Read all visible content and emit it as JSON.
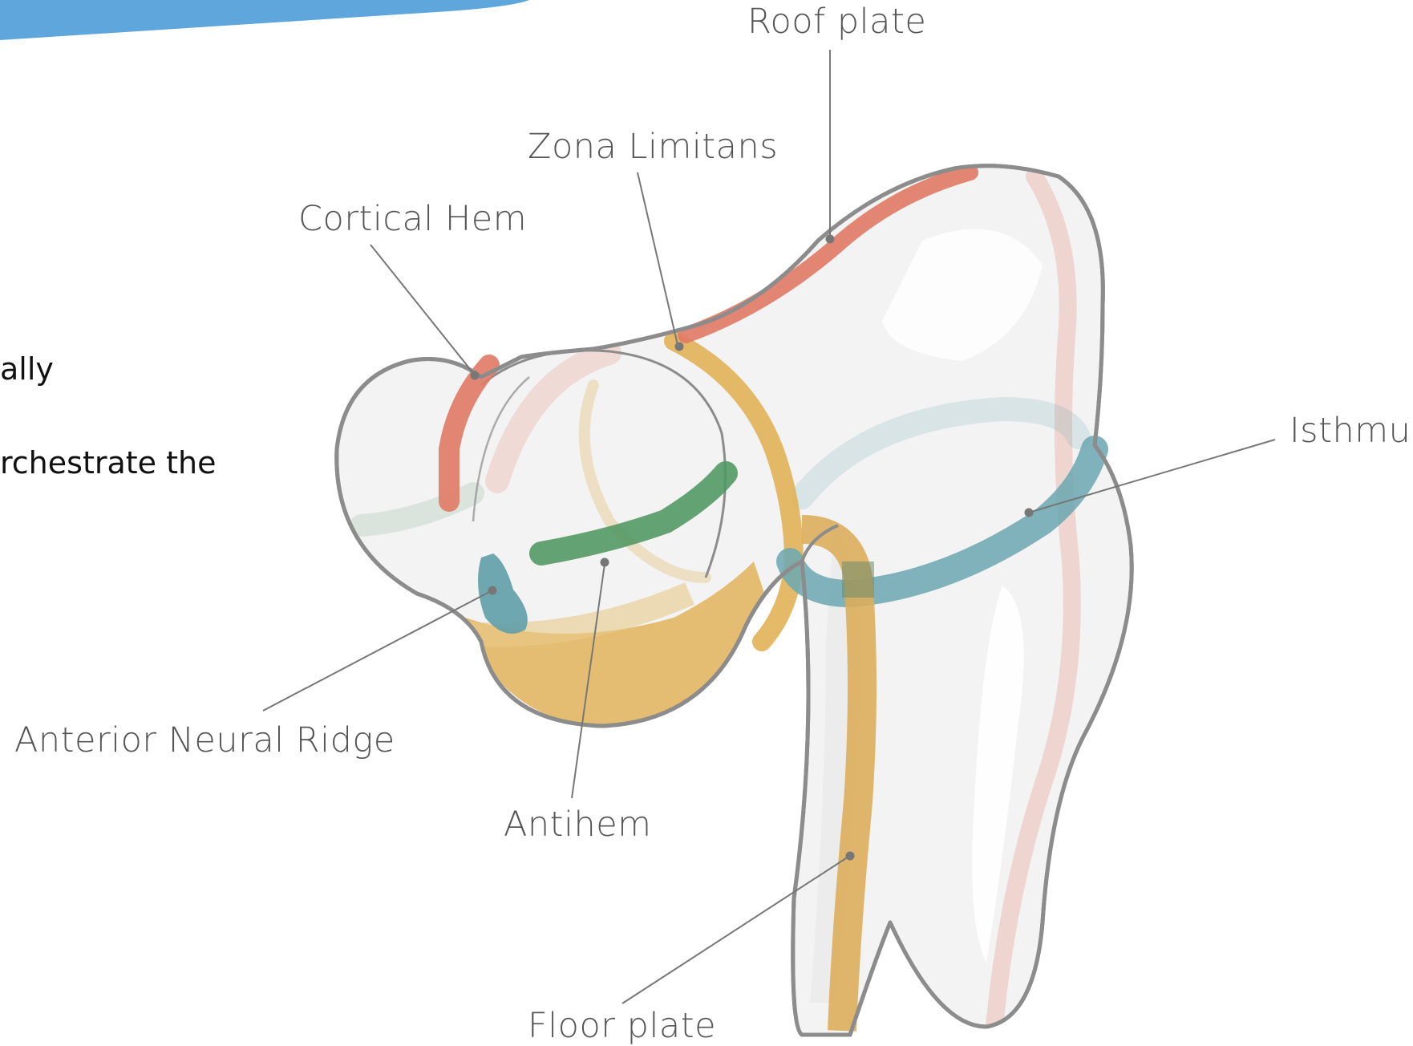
{
  "side_text": {
    "line1": "ally",
    "line2": "rchestrate the"
  },
  "labels": {
    "roof_plate": "Roof plate",
    "zona_limitans": "Zona Limitans",
    "cortical_hem": "Cortical Hem",
    "isthmus": "Isthmus",
    "anterior_neural_ridge": "Anterior Neural Ridge",
    "antihem": "Antihem",
    "floor_plate": "Floor plate"
  },
  "colors": {
    "banner": "#5ea6db",
    "outline": "#8c8c8c",
    "body_fill": "#f3f3f3",
    "roof_plate": "#e07a65",
    "zona_limitans": "#e2b35a",
    "isthmus": "#6ea9b2",
    "antihem": "#4f9661",
    "anterior_neural_ridge": "#5f9ea8",
    "floor_plate": "#dcae5c",
    "leader_line": "#777777"
  }
}
